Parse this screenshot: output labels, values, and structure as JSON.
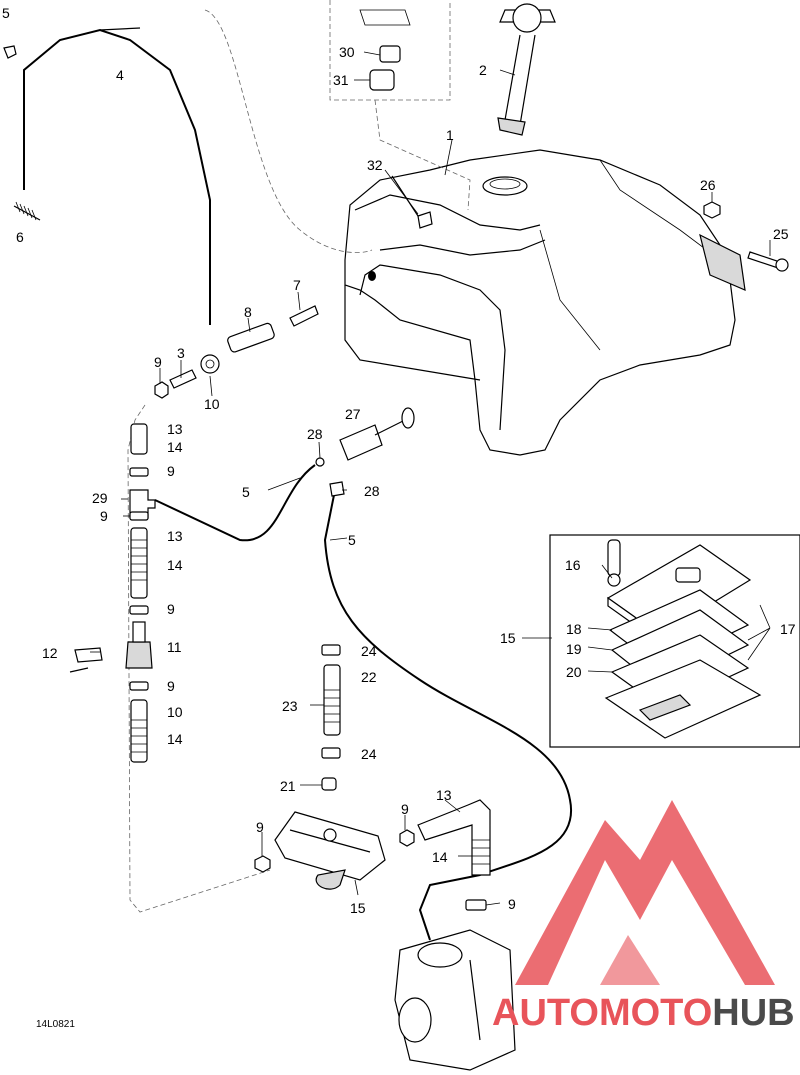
{
  "diagram_code": "14L0821",
  "watermark": {
    "text_part1": "AUTOMOTO",
    "text_part2": "HUB",
    "color_primary": "#e8545a",
    "color_secondary": "#4a4a4a"
  },
  "callouts": {
    "c1": "1",
    "c2": "2",
    "c3": "3",
    "c4": "4",
    "c5a": "5",
    "c5b": "5",
    "c5c": "5",
    "c6": "6",
    "c7": "7",
    "c8": "8",
    "c9a": "9",
    "c9b": "9",
    "c9c": "9",
    "c9d": "9",
    "c9e": "9",
    "c9f": "9",
    "c9g": "9",
    "c9h": "9",
    "c10a": "10",
    "c10b": "10",
    "c11": "11",
    "c12": "12",
    "c13a": "13",
    "c13b": "13",
    "c13c": "13",
    "c14a": "14",
    "c14b": "14",
    "c14c": "14",
    "c14d": "14",
    "c15a": "15",
    "c15b": "15",
    "c16": "16",
    "c17": "17",
    "c18": "18",
    "c19": "19",
    "c20": "20",
    "c21": "21",
    "c22": "22",
    "c23": "23",
    "c24a": "24",
    "c24b": "24",
    "c25": "25",
    "c26": "26",
    "c27": "27",
    "c28a": "28",
    "c28b": "28",
    "c29": "29",
    "c30": "30",
    "c31": "31",
    "c32": "32"
  }
}
